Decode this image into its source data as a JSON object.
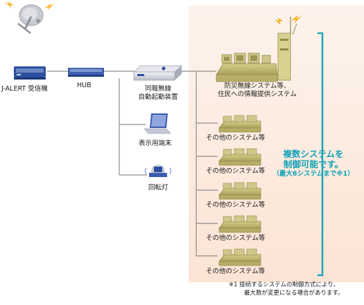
{
  "nodes": {
    "jalert": "J-ALERT 受信機",
    "hub": "HUB",
    "auto_line1": "同報無線",
    "auto_line2": "自動起動装置",
    "terminal": "表示用端末",
    "lamp": "回転灯",
    "disaster_line1": "防災無線システム等、",
    "disaster_line2": "住民への情報提供システム",
    "other_systems": [
      "その他のシステム等",
      "その他のシステム等",
      "その他のシステム等",
      "その他のシステム等",
      "その他のシステム等"
    ]
  },
  "callout": {
    "line1": "複数システムを",
    "line2": "制御可能です。",
    "line3": "（最大6システムまで※1）"
  },
  "footnote": {
    "line1": "※1 接続するシステムの制御方式により、",
    "line2": "最大数が変更になる場合があります。"
  },
  "colors": {
    "panel_top": "#fdf1e8",
    "panel_bottom": "#fbe6d8",
    "bracket": "#1aa4b8",
    "callout_text": "#12a3b8",
    "line": "#8a8a8a",
    "equipment_olive": "#c4bd74",
    "device_blue": "#2b4a9a",
    "lightning": "#f5a300"
  }
}
